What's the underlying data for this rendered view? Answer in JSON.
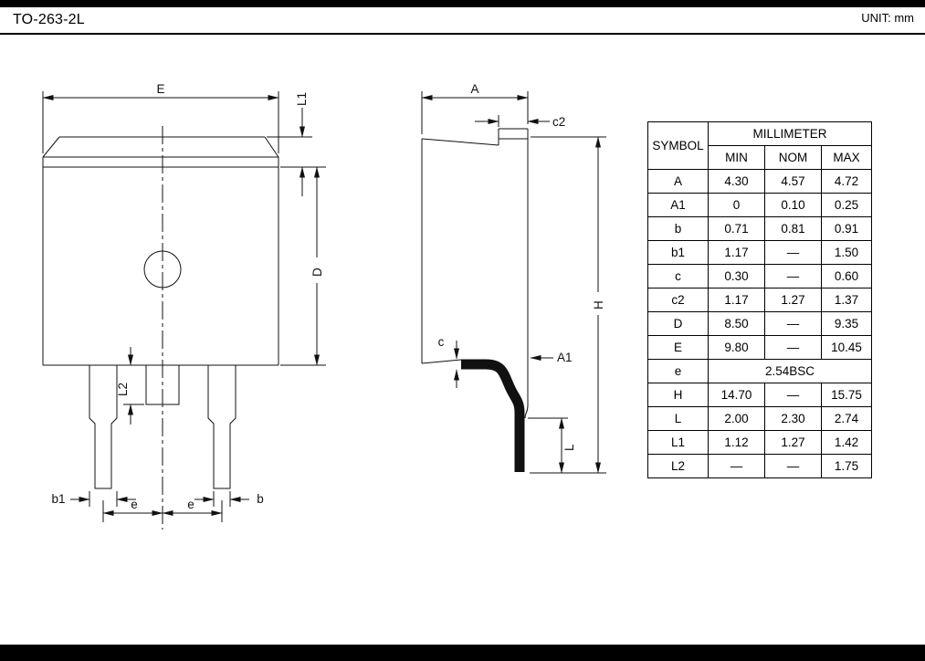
{
  "page": {
    "title": "TO-263-2L",
    "unit_note": "UNIT: mm"
  },
  "drawing": {
    "front": {
      "E": "E",
      "L1": "L1",
      "D": "D",
      "L2": "L2",
      "b1": "b1",
      "e_left": "e",
      "e_right": "e",
      "b": "b"
    },
    "side": {
      "A": "A",
      "c2": "c2",
      "H": "H",
      "c": "c",
      "A1": "A1",
      "L": "L"
    }
  },
  "table": {
    "symbol_header": "SYMBOL",
    "unit_group_header": "MILLIMETER",
    "columns": [
      "MIN",
      "NOM",
      "MAX"
    ],
    "rows": [
      {
        "symbol": "A",
        "min": "4.30",
        "nom": "4.57",
        "max": "4.72"
      },
      {
        "symbol": "A1",
        "min": "0",
        "nom": "0.10",
        "max": "0.25"
      },
      {
        "symbol": "b",
        "min": "0.71",
        "nom": "0.81",
        "max": "0.91"
      },
      {
        "symbol": "b1",
        "min": "1.17",
        "nom": "—",
        "max": "1.50"
      },
      {
        "symbol": "c",
        "min": "0.30",
        "nom": "—",
        "max": "0.60"
      },
      {
        "symbol": "c2",
        "min": "1.17",
        "nom": "1.27",
        "max": "1.37"
      },
      {
        "symbol": "D",
        "min": "8.50",
        "nom": "—",
        "max": "9.35"
      },
      {
        "symbol": "E",
        "min": "9.80",
        "nom": "—",
        "max": "10.45"
      },
      {
        "symbol": "e",
        "span": "2.54BSC"
      },
      {
        "symbol": "H",
        "min": "14.70",
        "nom": "—",
        "max": "15.75"
      },
      {
        "symbol": "L",
        "min": "2.00",
        "nom": "2.30",
        "max": "2.74"
      },
      {
        "symbol": "L1",
        "min": "1.12",
        "nom": "1.27",
        "max": "1.42"
      },
      {
        "symbol": "L2",
        "min": "—",
        "nom": "—",
        "max": "1.75"
      }
    ]
  }
}
